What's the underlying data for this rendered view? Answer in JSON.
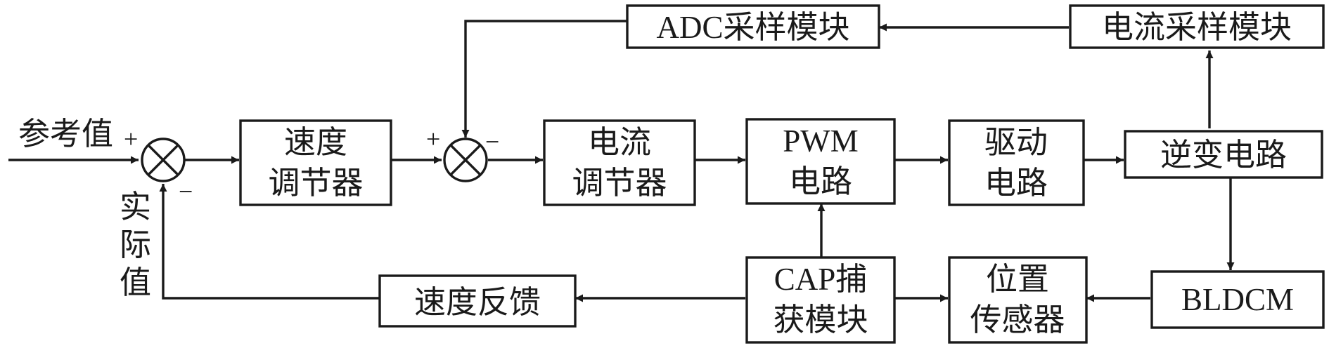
{
  "diagram": {
    "blocks": {
      "adc": [
        "ADC采样模块"
      ],
      "current_sample": [
        "电流采样模块"
      ],
      "speed_reg": [
        "速度",
        "调节器"
      ],
      "current_reg": [
        "电流",
        "调节器"
      ],
      "pwm": [
        "PWM",
        "电路"
      ],
      "drive": [
        "驱动",
        "电路"
      ],
      "inverter": [
        "逆变电路"
      ],
      "speed_fb": [
        "速度反馈"
      ],
      "cap": [
        "CAP捕",
        "获模块"
      ],
      "pos_sensor": [
        "位置",
        "传感器"
      ],
      "bldcm": [
        "BLDCM"
      ]
    },
    "labels": {
      "ref": "参考值",
      "actual": [
        "实",
        "际",
        "值"
      ]
    },
    "signs": {
      "sum1_plus": "+",
      "sum1_minus": "−",
      "sum2_plus": "+",
      "sum2_minus": "−"
    },
    "colors": {
      "line": "#1a1a1a",
      "background": "#ffffff"
    }
  }
}
